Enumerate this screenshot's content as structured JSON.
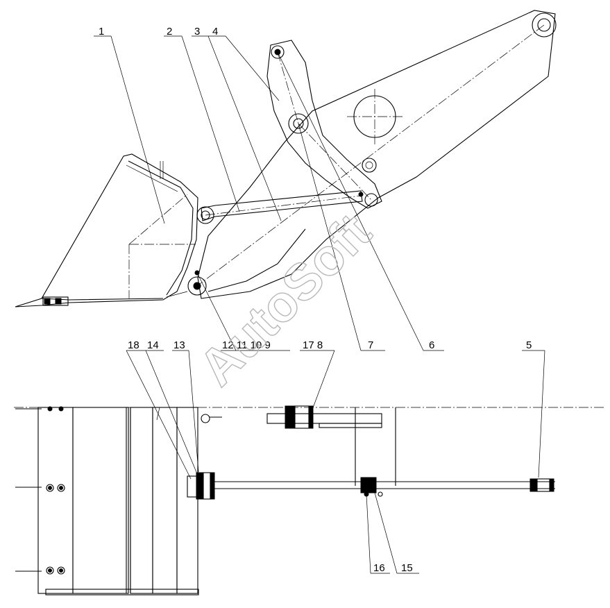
{
  "watermark": "AutoSoft",
  "callouts": {
    "top": [
      "1",
      "2",
      "3",
      "4"
    ],
    "mid": [
      "7",
      "6"
    ],
    "group_left": "12 11 10 9",
    "group_right": "17 8",
    "bottom_left": [
      "18",
      "14",
      "13"
    ],
    "right": "5",
    "bottom": [
      "16",
      "15"
    ]
  }
}
